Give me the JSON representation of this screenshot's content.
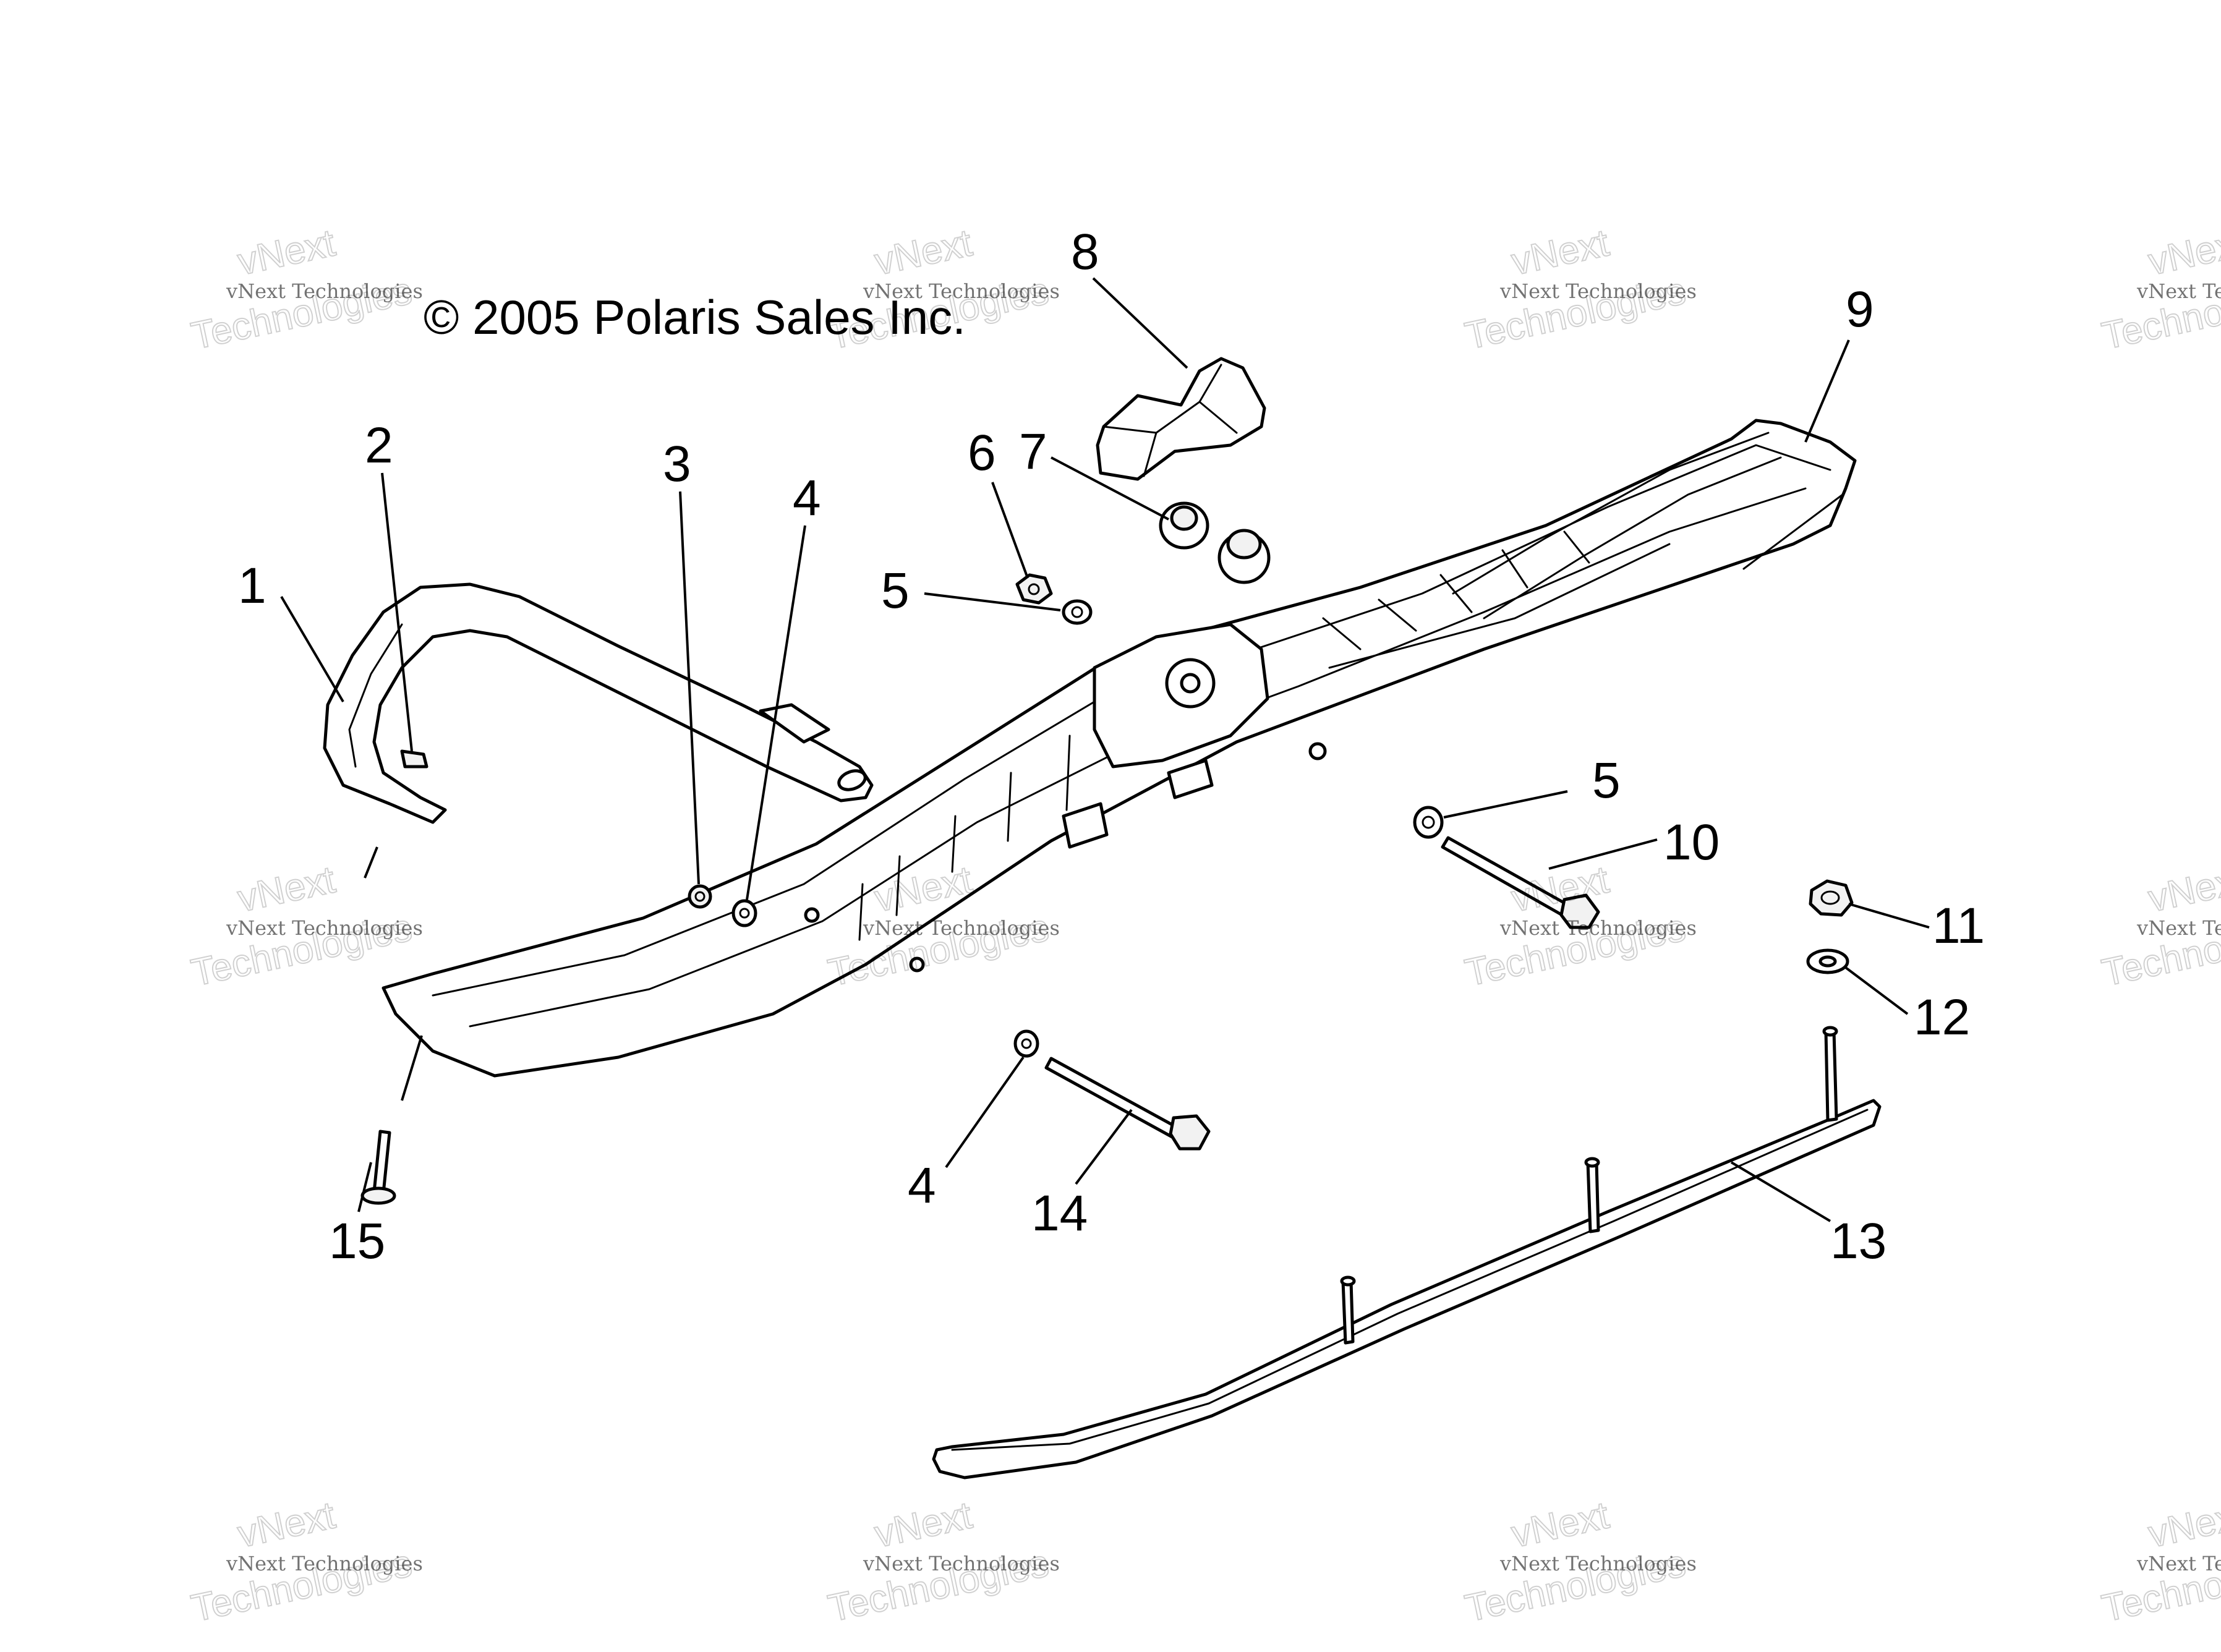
{
  "copyright": "© 2005 Polaris Sales Inc.",
  "watermark": {
    "small_text": "vNext Technologies",
    "big_line1": "vNext",
    "big_line2": "Technologies"
  },
  "callouts": [
    {
      "id": "c1",
      "label": "1"
    },
    {
      "id": "c2",
      "label": "2"
    },
    {
      "id": "c3",
      "label": "3"
    },
    {
      "id": "c4a",
      "label": "4"
    },
    {
      "id": "c4b",
      "label": "4"
    },
    {
      "id": "c5a",
      "label": "5"
    },
    {
      "id": "c5b",
      "label": "5"
    },
    {
      "id": "c6",
      "label": "6"
    },
    {
      "id": "c7",
      "label": "7"
    },
    {
      "id": "c8",
      "label": "8"
    },
    {
      "id": "c9",
      "label": "9"
    },
    {
      "id": "c10",
      "label": "10"
    },
    {
      "id": "c11",
      "label": "11"
    },
    {
      "id": "c12",
      "label": "12"
    },
    {
      "id": "c13",
      "label": "13"
    },
    {
      "id": "c14",
      "label": "14"
    },
    {
      "id": "c15",
      "label": "15"
    }
  ]
}
